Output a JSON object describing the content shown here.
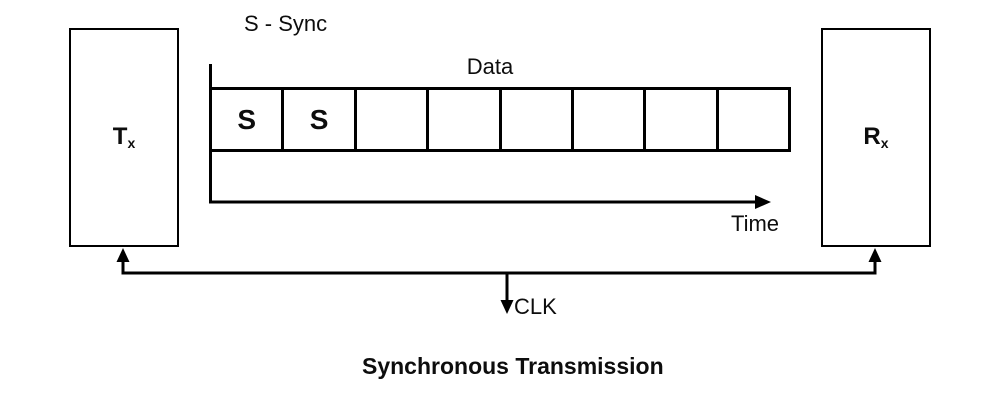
{
  "diagram": {
    "caption": "Synchronous Transmission",
    "legend": "S - Sync",
    "data_label": "Data",
    "time_axis_label": "Time",
    "clock_label": "CLK",
    "transmitter": {
      "letter": "T",
      "subscript": "x"
    },
    "receiver": {
      "letter": "R",
      "subscript": "x"
    },
    "frame_cells": [
      "S",
      "S",
      "",
      "",
      "",
      "",
      "",
      ""
    ],
    "colors": {
      "line": "#000000",
      "text": "#0d0d0d",
      "background": "#ffffff"
    }
  }
}
